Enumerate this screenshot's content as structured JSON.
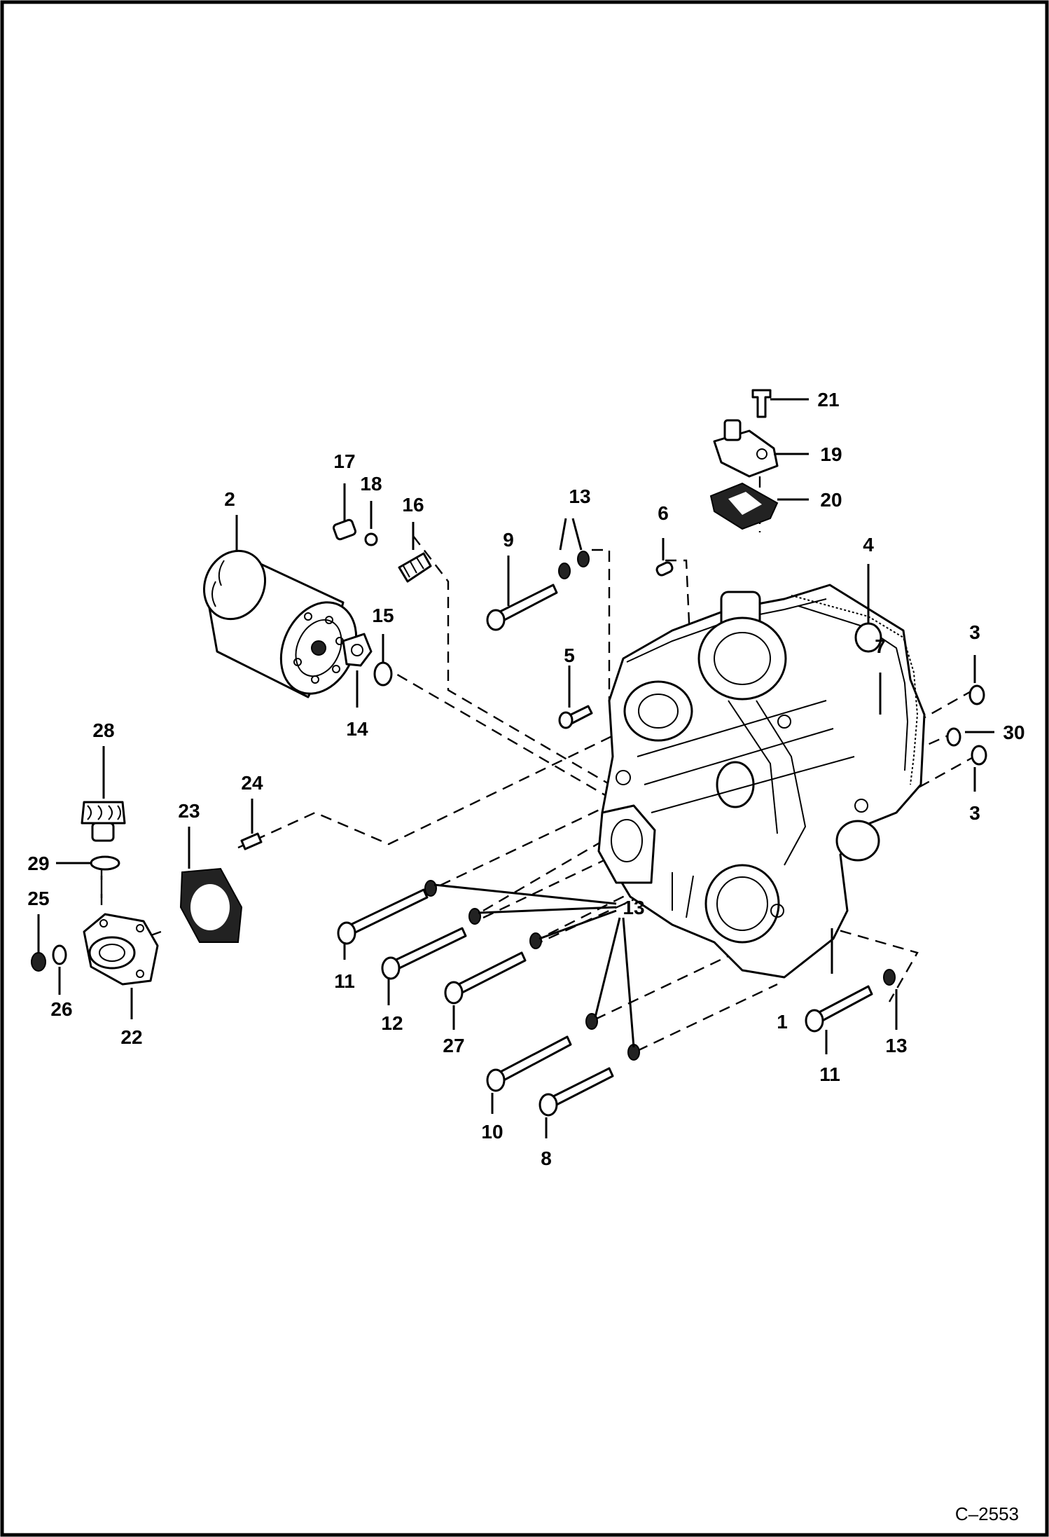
{
  "figure_code": "C–2553",
  "callouts": [
    "1",
    "2",
    "3",
    "3",
    "4",
    "5",
    "6",
    "7",
    "8",
    "9",
    "10",
    "11",
    "11",
    "12",
    "13",
    "13",
    "13",
    "14",
    "15",
    "16",
    "17",
    "18",
    "19",
    "20",
    "21",
    "22",
    "23",
    "24",
    "25",
    "26",
    "27",
    "28",
    "29",
    "30"
  ]
}
